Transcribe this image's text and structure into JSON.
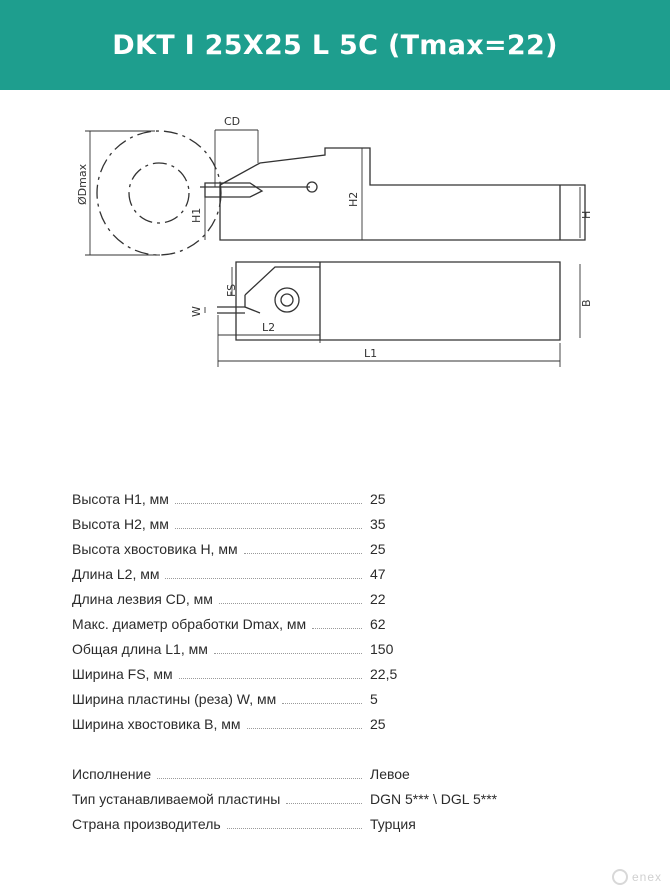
{
  "header": {
    "title": "DKT I 25X25 L 5C (Tmax=22)",
    "bg_color": "#1e9e8e"
  },
  "drawing": {
    "dims": {
      "cd": "CD",
      "dmax": "ØDmax",
      "h1": "H1",
      "h2": "H2",
      "h": "H",
      "fs": "FS",
      "w": "W",
      "b": "B",
      "l2": "L2",
      "l1": "L1"
    }
  },
  "specs": {
    "rows": [
      {
        "label": "Высота H1, мм",
        "value": "25"
      },
      {
        "label": "Высота H2, мм",
        "value": "35"
      },
      {
        "label": "Высота хвостовика H, мм",
        "value": "25"
      },
      {
        "label": "Длина L2, мм",
        "value": "47"
      },
      {
        "label": "Длина лезвия CD, мм",
        "value": "22"
      },
      {
        "label": "Макс. диаметр обработки Dmax, мм",
        "value": "62"
      },
      {
        "label": "Общая длина L1, мм",
        "value": "150"
      },
      {
        "label": "Ширина FS, мм",
        "value": "22,5"
      },
      {
        "label": "Ширина пластины (реза) W, мм",
        "value": "5"
      },
      {
        "label": "Ширина хвостовика B, мм",
        "value": "25"
      }
    ],
    "extra_rows": [
      {
        "label": "Исполнение",
        "value": "Левое"
      },
      {
        "label": "Тип устанавливаемой пластины",
        "value": "DGN 5*** \\ DGL 5***"
      },
      {
        "label": "Страна производитель",
        "value": "Турция"
      }
    ]
  },
  "footer": {
    "logo_text": "enex"
  }
}
